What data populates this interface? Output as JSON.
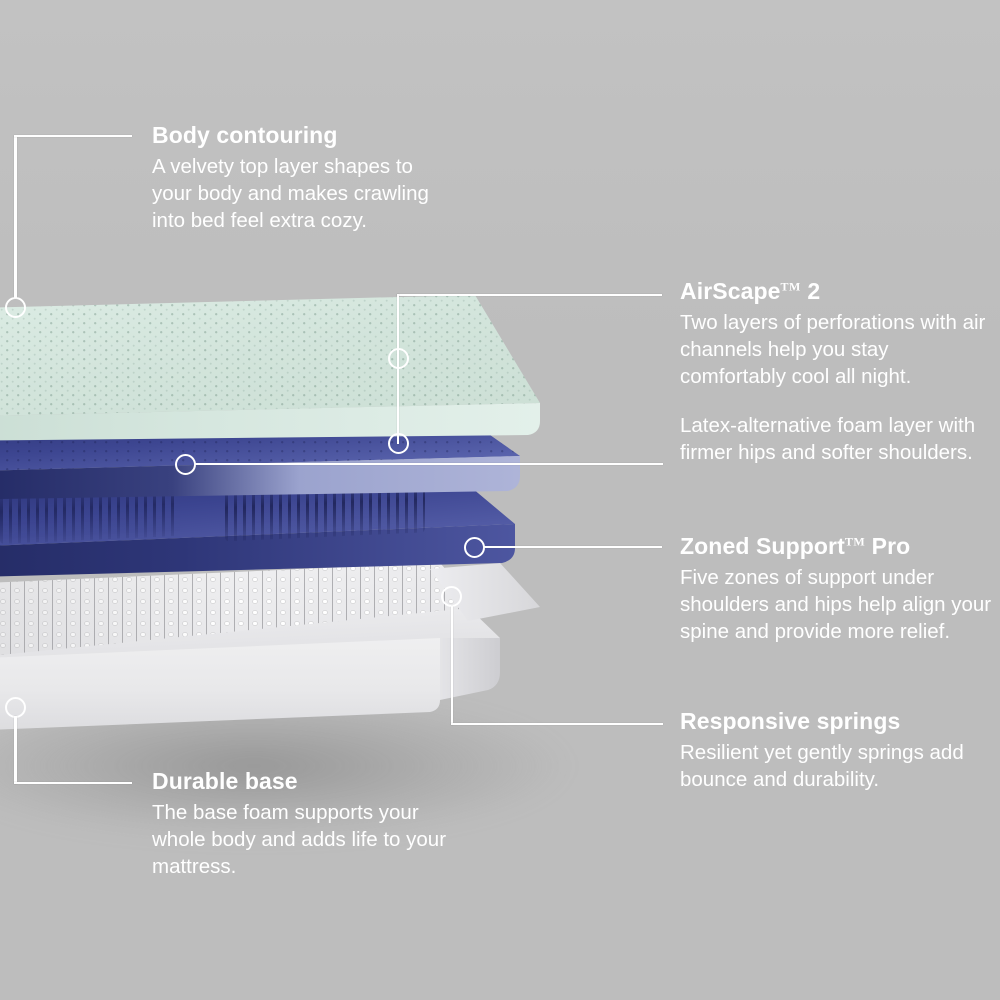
{
  "meta": {
    "subject": "Mattress layer cutaway diagram",
    "background_color": "#bdbdbd",
    "text_color": "#ffffff"
  },
  "callouts": [
    {
      "id": "body-contouring",
      "title": "Body contouring",
      "trademark": "",
      "title_suffix": "",
      "body": "A velvety top layer shapes to your body and makes crawling into bed feel extra cozy.",
      "body2": ""
    },
    {
      "id": "airscape",
      "title": "AirScape",
      "trademark": "TM",
      "title_suffix": "2",
      "body": "Two layers of perforations with air channels help you stay comfortably cool all night.",
      "body2": "Latex-alternative foam layer with firmer hips and softer shoulders."
    },
    {
      "id": "zoned-support",
      "title": "Zoned Support",
      "trademark": "TM",
      "title_suffix": "Pro",
      "body": "Five zones of support under shoulders and hips help align your spine and provide more relief.",
      "body2": ""
    },
    {
      "id": "responsive-springs",
      "title": "Responsive springs",
      "trademark": "",
      "title_suffix": "",
      "body": "Resilient yet gently springs add bounce and durability.",
      "body2": ""
    },
    {
      "id": "durable-base",
      "title": "Durable base",
      "trademark": "",
      "title_suffix": "",
      "body": "The base foam supports your whole body and adds life to your mattress.",
      "body2": ""
    }
  ],
  "layers": [
    {
      "id": "mint-comfort-layer",
      "name": "Mint perforated comfort foam layer",
      "color": "#d4e6dd"
    },
    {
      "id": "navy-airscape-layer",
      "name": "Navy perforated AirScape foam layer",
      "color": "#454f9b"
    },
    {
      "id": "navy-zoned-layer",
      "name": "Navy zoned support foam layer",
      "color": "#3b4490"
    },
    {
      "id": "spring-coil-layer",
      "name": "Individually wrapped coil spring unit",
      "color": "#efefef"
    },
    {
      "id": "base-foam-layer",
      "name": "White durable base foam",
      "color": "#f2f2f2"
    }
  ]
}
